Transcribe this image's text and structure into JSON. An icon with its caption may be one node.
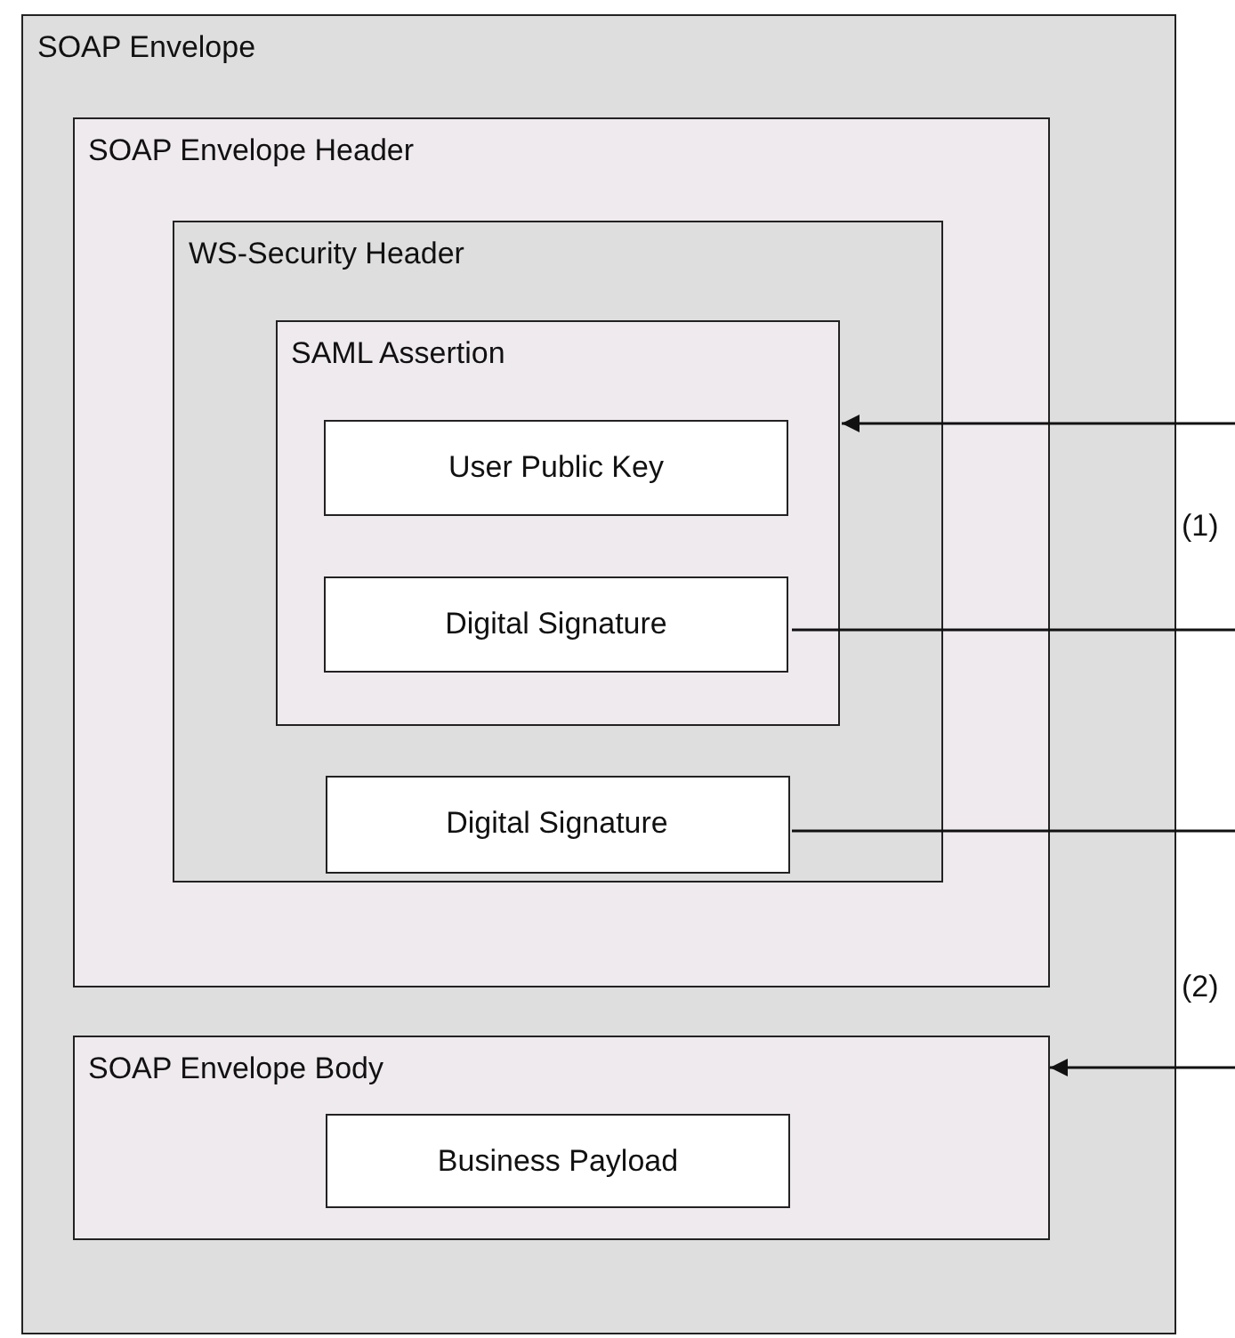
{
  "diagram": {
    "nodes": [
      {
        "text": [
          "SOAP Envelope"
        ]
      },
      {
        "text": [
          "SOAP Envelope Header"
        ],
        "in": 0
      },
      {
        "text": [
          "WS-Security Header"
        ],
        "in": 1
      },
      {
        "text": [
          "SAML Assertion"
        ],
        "in": 2
      },
      {
        "text": [
          "User Public Key"
        ],
        "in": 3
      },
      {
        "text": [
          "Digital Signature"
        ],
        "in": 3
      },
      {
        "text": [
          "Digital Signature"
        ],
        "in": 2
      },
      {
        "text": [
          "SOAP Envelope Body"
        ],
        "in": 0
      },
      {
        "text": [
          "Business Payload"
        ],
        "in": 7
      }
    ],
    "edges": [
      {
        "from": null,
        "to": 3,
        "arrow": "to"
      },
      {
        "from": 5,
        "to": null,
        "arrow": "none"
      },
      {
        "from": 6,
        "to": null,
        "arrow": "none"
      },
      {
        "from": null,
        "to": 7,
        "arrow": "to"
      }
    ],
    "labels": [
      "(1)",
      "(2)"
    ]
  }
}
